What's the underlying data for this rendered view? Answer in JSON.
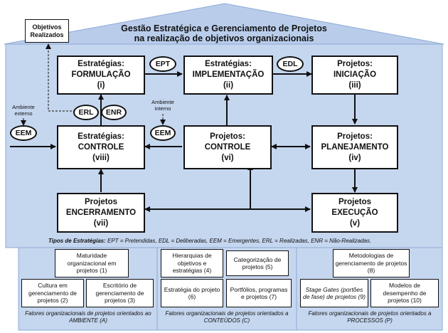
{
  "title": {
    "line1": "Gestão Estratégica e Gerenciamento de Projetos",
    "line2": "na realização de objetivos organizacionais"
  },
  "objetivos": "Objetivos Realizados",
  "nodes": {
    "formulacao": {
      "l1": "Estratégias:",
      "l2": "FORMULAÇÃO",
      "l3": "(i)"
    },
    "implementacao": {
      "l1": "Estratégias:",
      "l2": "IMPLEMENTAÇÃO",
      "l3": "(ii)"
    },
    "iniciacao": {
      "l1": "Projetos:",
      "l2": "INICIAÇÃO",
      "l3": "(iii)"
    },
    "controle_est": {
      "l1": "Estratégias:",
      "l2": "CONTROLE",
      "l3": "(viii)"
    },
    "controle_proj": {
      "l1": "Projetos:",
      "l2": "CONTROLE",
      "l3": "(vi)"
    },
    "planejamento": {
      "l1": "Projetos:",
      "l2": "PLANEJAMENTO",
      "l3": "(iv)"
    },
    "encerramento": {
      "l1": "Projetos",
      "l2": "ENCERRAMENTO",
      "l3": "(vii)"
    },
    "execucao": {
      "l1": "Projetos",
      "l2": "EXECUÇÃO",
      "l3": "(v)"
    }
  },
  "ovals": {
    "ept": "EPT",
    "edl": "EDL",
    "erl": "ERL",
    "enr": "ENR",
    "eem_ext": "EEM",
    "eem_int": "EEM"
  },
  "labels": {
    "ambiente_externo": "Ambiente externo",
    "ambiente_interno": "Ambiente interno"
  },
  "legend": {
    "prefix": "Tipos de Estratégias:",
    "text": "EPT = Pretendidas,  EDL = Deliberadas,  EEM = Emergentes,  ERL = Realizadas,  ENR = Não-Realizadas."
  },
  "factors": {
    "ambiente": [
      "Maturidade organizacional em projetos (1)",
      "Cultura em gerenciamento de projetos (2)",
      "Escritório de gerenciamento de projetos (3)"
    ],
    "conteudos": [
      "Hierarquias de objetivos e estratégias (4)",
      "Categorização de projetos (5)",
      "Estratégia do projeto (6)",
      "Portfólios, programas e projetos (7)"
    ],
    "processos": [
      "Metodologias de gerenciamento de projetos (8)",
      "Stage Gates (portões de fase) de projetos (9)",
      "Modelos de desempenho de projetos (10)"
    ]
  },
  "footers": {
    "ambiente": "Fatores organizacionais de projetos orientados ao AMBIENTE (A)",
    "conteudos": "Fatores organizacionais de projetos orientados a CONTEÚDOS (C)",
    "processos": "Fatores organizacionais de projetos orientados a PROCESSOS (P)"
  },
  "colors": {
    "light_blue": "#c5d6ef",
    "house_blue": "#b9cdeb",
    "border": "#8eaad6",
    "dark": "#111111"
  }
}
